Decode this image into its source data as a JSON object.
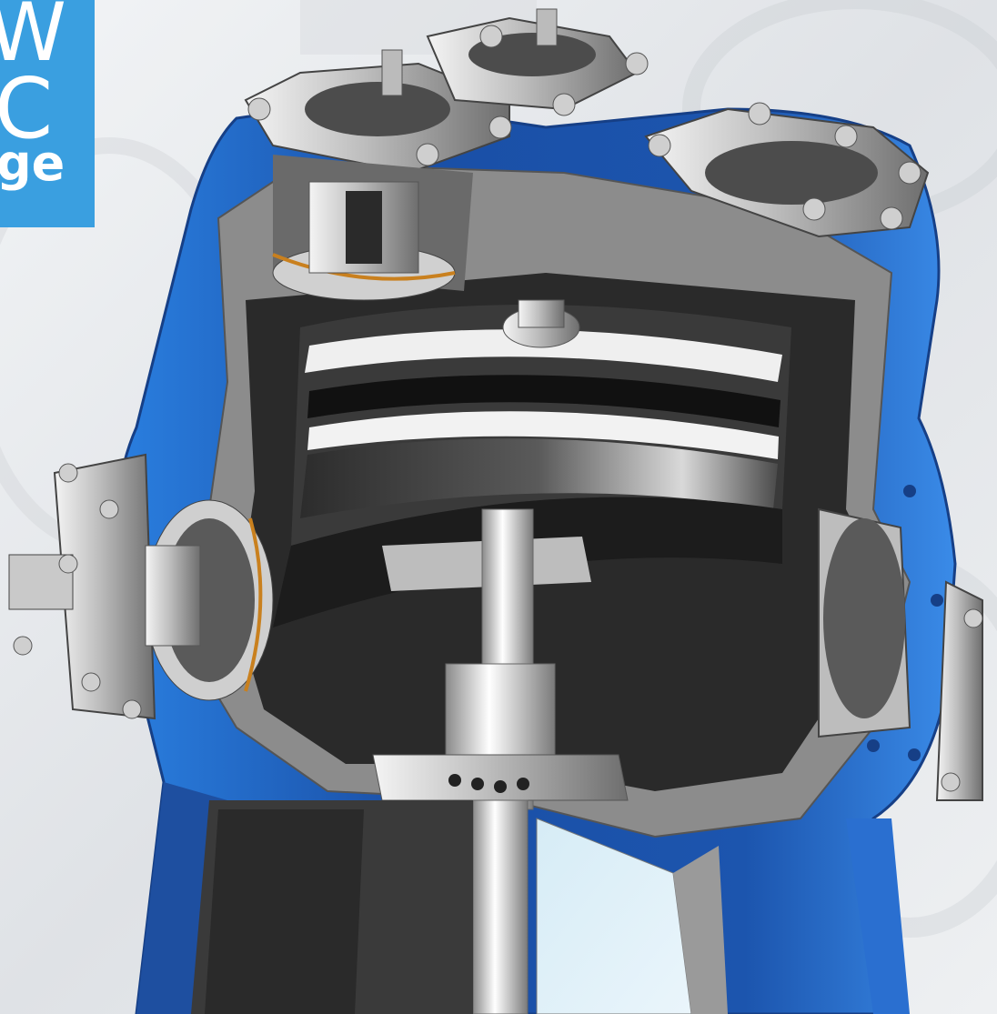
{
  "brand": {
    "line1": "W",
    "line2": "C",
    "line3": "ge"
  },
  "colors": {
    "brand_panel": "#3a9fe0",
    "casing_blue": "#1e5bb0",
    "casing_highlight": "#3f86e0",
    "steel_light": "#d6d6d6",
    "steel_mid": "#9a9a9a",
    "steel_dark": "#3c3c3c",
    "cavity": "#1a1a1a",
    "seal_ring": "#c9801e",
    "background": "#e9ebee"
  },
  "image": {
    "subject": "reciprocating-compressor-cutaway-icon"
  }
}
